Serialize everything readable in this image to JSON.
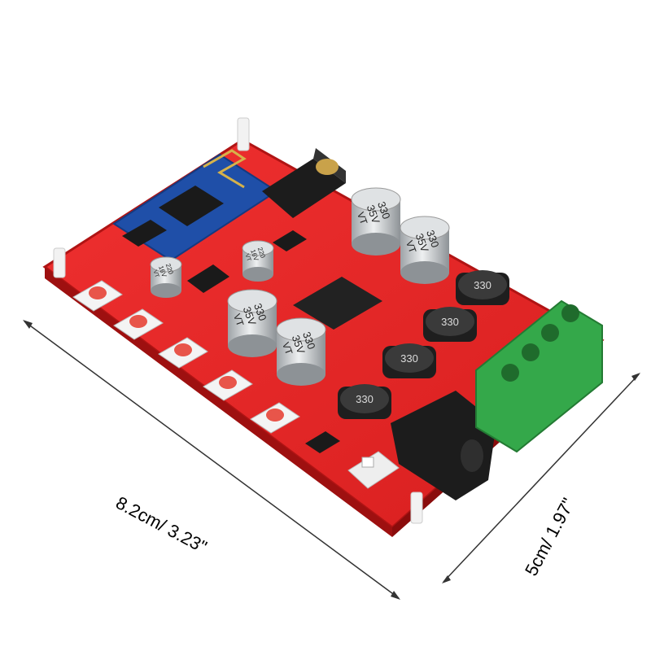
{
  "dimensions": {
    "length": "8.2cm/ 3.23\"",
    "width": "5cm/ 1.97\""
  },
  "capacitors": {
    "large_value": "330",
    "large_voltage": "35V",
    "large_series": "VT",
    "small_value": "220",
    "small_voltage": "16V",
    "small_series": "VT"
  },
  "inductors": [
    "330",
    "330",
    "330",
    "330"
  ],
  "colors": {
    "board": "#e32424",
    "board_edge": "#b01414",
    "bt_module": "#1f4fa8",
    "terminal": "#34a84a",
    "button_cap": "#e8554a",
    "capacitor": "#cfd3d6",
    "inductor": "#2a2a2a"
  },
  "icons": [
    "bluetooth-module",
    "audio-jack",
    "dc-jack",
    "screw-terminal",
    "push-button"
  ]
}
